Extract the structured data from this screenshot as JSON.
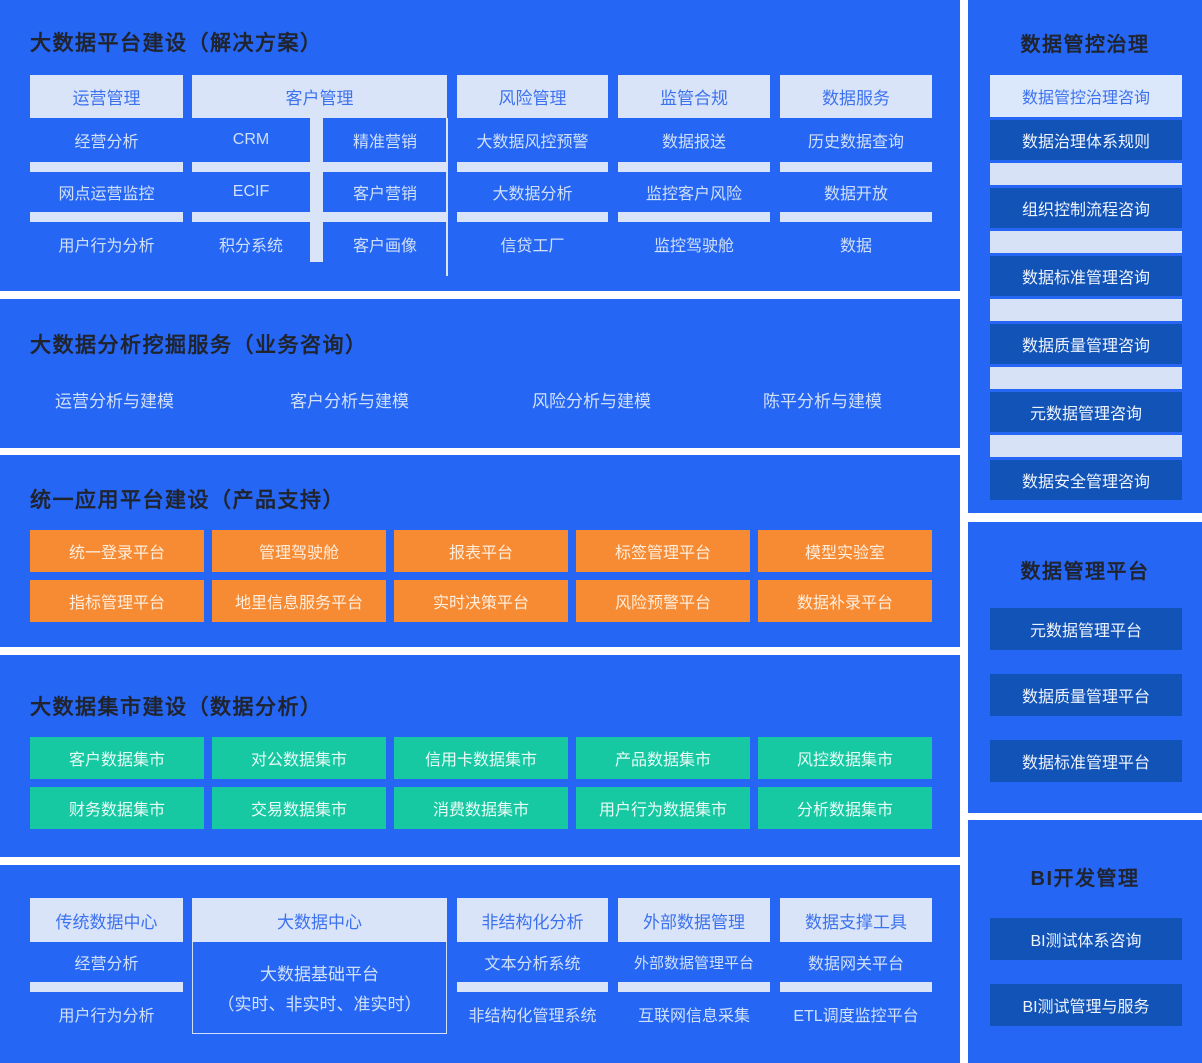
{
  "colors": {
    "panel_blue": "#2666f5",
    "light_block": "#d9e4f9",
    "header_text_blue": "#3d72ee",
    "item_text_light": "#cfe0f8",
    "orange": "#f78b33",
    "orange_text": "#fdeede",
    "green": "#17c9a2",
    "green_text": "#e9fbf6",
    "navy_item": "#1253b8",
    "navy_item_text": "#eef4fd",
    "title_text": "#1f242e",
    "page_bg": "#ffffff"
  },
  "solutions": {
    "title": "大数据平台建设（解决方案）",
    "columns": [
      {
        "header": "运营管理",
        "items": [
          "经营分析",
          "网点运营监控",
          "用户行为分析"
        ]
      },
      {
        "header": "客户管理",
        "left_items": [
          "CRM",
          "ECIF",
          "积分系统"
        ],
        "right_items": [
          "精准营销",
          "客户营销",
          "客户画像"
        ]
      },
      {
        "header": "风险管理",
        "items": [
          "大数据风控预警",
          "大数据分析",
          "信贷工厂"
        ]
      },
      {
        "header": "监管合规",
        "items": [
          "数据报送",
          "监控客户风险",
          "监控驾驶舱"
        ]
      },
      {
        "header": "数据服务",
        "items": [
          "历史数据查询",
          "数据开放",
          "数据"
        ]
      }
    ]
  },
  "mining": {
    "title": "大数据分析挖掘服务（业务咨询）",
    "items": [
      "运营分析与建模",
      "客户分析与建模",
      "风险分析与建模",
      "陈平分析与建模"
    ]
  },
  "appPlatform": {
    "title": "统一应用平台建设（产品支持）",
    "row1": [
      "统一登录平台",
      "管理驾驶舱",
      "报表平台",
      "标签管理平台",
      "模型实验室"
    ],
    "row2": [
      "指标管理平台",
      "地里信息服务平台",
      "实时决策平台",
      "风险预警平台",
      "数据补录平台"
    ]
  },
  "dataMarts": {
    "title": "大数据集市建设（数据分析）",
    "row1": [
      "客户数据集市",
      "对公数据集市",
      "信用卡数据集市",
      "产品数据集市",
      "风控数据集市"
    ],
    "row2": [
      "财务数据集市",
      "交易数据集市",
      "消费数据集市",
      "用户行为数据集市",
      "分析数据集市"
    ]
  },
  "foundation": {
    "columns": [
      {
        "header": "传统数据中心",
        "items": [
          "经营分析",
          "用户行为分析"
        ]
      },
      {
        "header": "大数据中心",
        "box_line1": "大数据基础平台",
        "box_line2": "（实时、非实时、准实时）"
      },
      {
        "header": "非结构化分析",
        "items": [
          "文本分析系统",
          "非结构化管理系统"
        ]
      },
      {
        "header": "外部数据管理",
        "items": [
          "外部数据管理平台",
          "互联网信息采集"
        ]
      },
      {
        "header": "数据支撑工具",
        "items": [
          "数据网关平台",
          "ETL调度监控平台"
        ]
      }
    ]
  },
  "governance": {
    "title": "数据管控治理",
    "lead_item": "数据管控治理咨询",
    "items": [
      "数据治理体系规则",
      "组织控制流程咨询",
      "数据标准管理咨询",
      "数据质量管理咨询",
      "元数据管理咨询",
      "数据安全管理咨询"
    ]
  },
  "management": {
    "title": "数据管理平台",
    "items": [
      "元数据管理平台",
      "数据质量管理平台",
      "数据标准管理平台"
    ]
  },
  "bi": {
    "title": "BI开发管理",
    "items": [
      "BI测试体系咨询",
      "BI测试管理与服务"
    ]
  }
}
